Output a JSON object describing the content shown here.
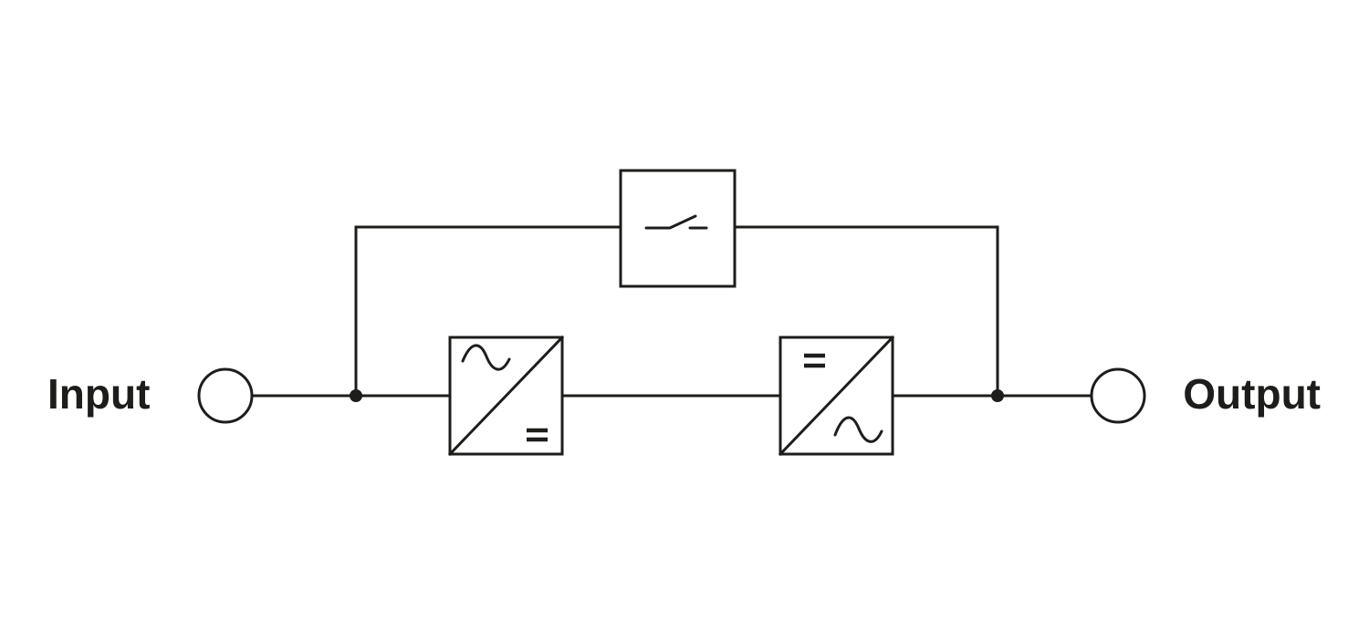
{
  "labels": {
    "input": "Input",
    "output": "Output"
  },
  "colors": {
    "line": "#1d1d1b",
    "background": "#ffffff"
  },
  "blocks": [
    {
      "name": "rectifier-block",
      "symbol": "ac-to-dc"
    },
    {
      "name": "inverter-block",
      "symbol": "dc-to-ac"
    },
    {
      "name": "bypass-switch-block",
      "symbol": "switch"
    }
  ]
}
